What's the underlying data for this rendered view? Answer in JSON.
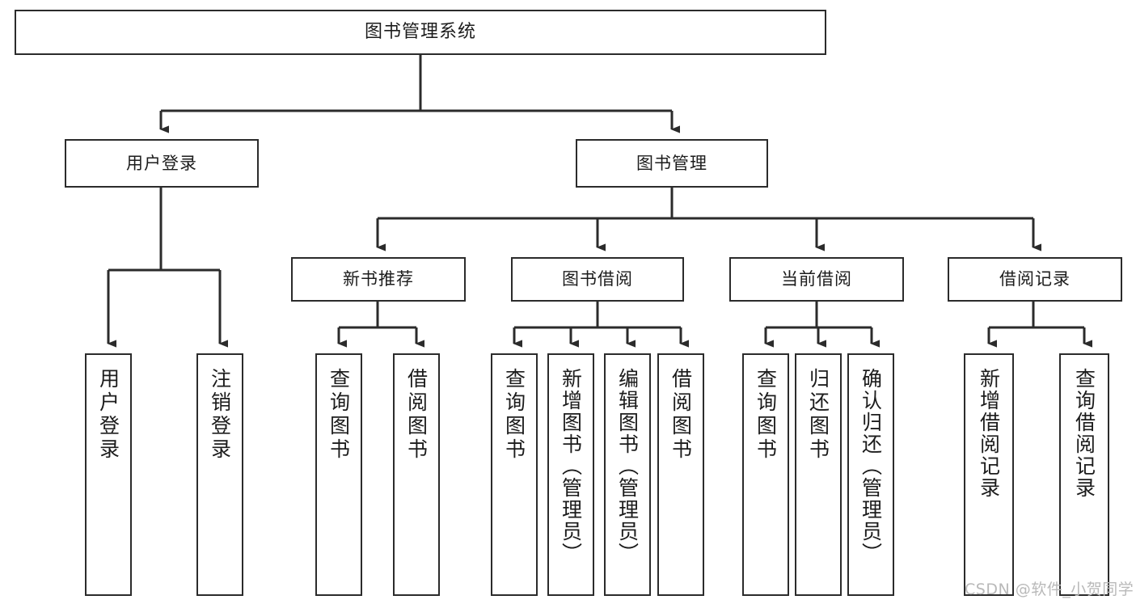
{
  "diagram": {
    "type": "tree-hierarchy",
    "title": "图书管理系统",
    "watermark": "CSDN @软件_小贺同学",
    "colors": {
      "box_border": "#2b2b2b",
      "box_fill": "#ffffff",
      "connector": "#2b2b2b",
      "text": "#1c1c1c",
      "watermark": "#b9b9b9",
      "background": "#ffffff"
    },
    "nodes": {
      "root": {
        "label": "图书管理系统"
      },
      "level2": [
        {
          "label": "用户登录"
        },
        {
          "label": "图书管理"
        }
      ],
      "level3": [
        {
          "label": "新书推荐"
        },
        {
          "label": "图书借阅"
        },
        {
          "label": "当前借阅"
        },
        {
          "label": "借阅记录"
        }
      ],
      "leaves": {
        "user_login": [
          {
            "label": "用户登录"
          },
          {
            "label": "注销登录"
          }
        ],
        "new_book_recommend": [
          {
            "label": "查询图书"
          },
          {
            "label": "借阅图书"
          }
        ],
        "book_borrow": [
          {
            "label": "查询图书"
          },
          {
            "label": "新增图书（管理员）"
          },
          {
            "label": "编辑图书（管理员）"
          },
          {
            "label": "借阅图书"
          }
        ],
        "current_borrow": [
          {
            "label": "查询图书"
          },
          {
            "label": "归还图书"
          },
          {
            "label": "确认归还（管理员）"
          }
        ],
        "borrow_record": [
          {
            "label": "新增借阅记录"
          },
          {
            "label": "查询借阅记录"
          }
        ]
      }
    }
  }
}
